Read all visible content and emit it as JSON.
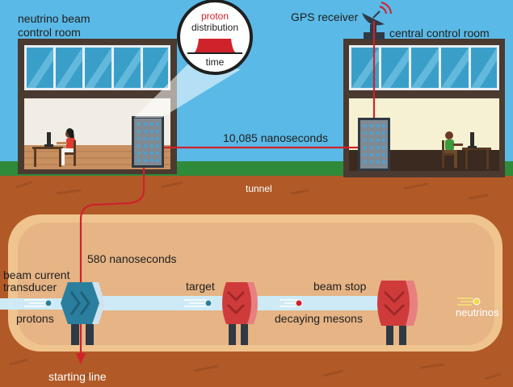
{
  "labels": {
    "neutrino_room_line1": "neutrino beam",
    "neutrino_room_line2": "control room",
    "gps_receiver": "GPS receiver",
    "central_room": "central control room",
    "inset_line1": "proton",
    "inset_line2": "distribution",
    "inset_time": "time",
    "surface_time": "10,085 nanoseconds",
    "tunnel": "tunnel",
    "underground_time": "580 nanoseconds",
    "bct_line1": "beam current",
    "bct_line2": "transducer",
    "protons": "protons",
    "target": "target",
    "beam_stop": "beam stop",
    "decaying_mesons": "decaying mesons",
    "neutrinos": "neutrinos",
    "starting_line": "starting line"
  },
  "colors": {
    "sky": "#5ab9e6",
    "grass": "#2f8a3a",
    "soil": "#b15a28",
    "tunnel": "#e6b485",
    "signal": "#d0222a",
    "bct": "#2b7f9e",
    "magnet": "#cf3b3b",
    "beam": "#cdeaf6",
    "rack": "#7f8a93",
    "building": "#4a3a30"
  },
  "icons": [
    "gps-dish-icon",
    "proton-distribution-icon",
    "person-icon",
    "computer-icon",
    "particle-icon"
  ]
}
